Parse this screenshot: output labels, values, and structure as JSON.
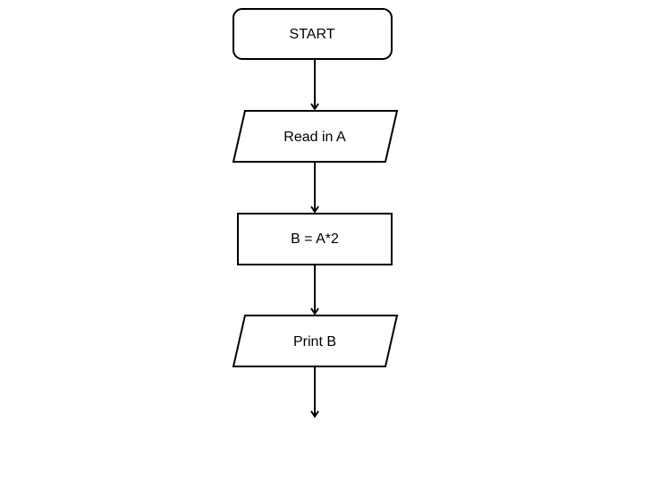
{
  "diagram": {
    "nodes": [
      {
        "id": "start",
        "kind": "terminator",
        "label": "START"
      },
      {
        "id": "read-a",
        "kind": "input-output",
        "label": "Read in A"
      },
      {
        "id": "compute-b",
        "kind": "process",
        "label": "B = A*2"
      },
      {
        "id": "print-b",
        "kind": "input-output",
        "label": "Print B"
      }
    ],
    "edges": [
      {
        "from": "start",
        "to": "read-a"
      },
      {
        "from": "read-a",
        "to": "compute-b"
      },
      {
        "from": "compute-b",
        "to": "print-b"
      },
      {
        "from": "print-b",
        "to": ""
      }
    ],
    "colors": {
      "stroke": "#000000",
      "fill": "#ffffff",
      "text": "#000000"
    }
  }
}
